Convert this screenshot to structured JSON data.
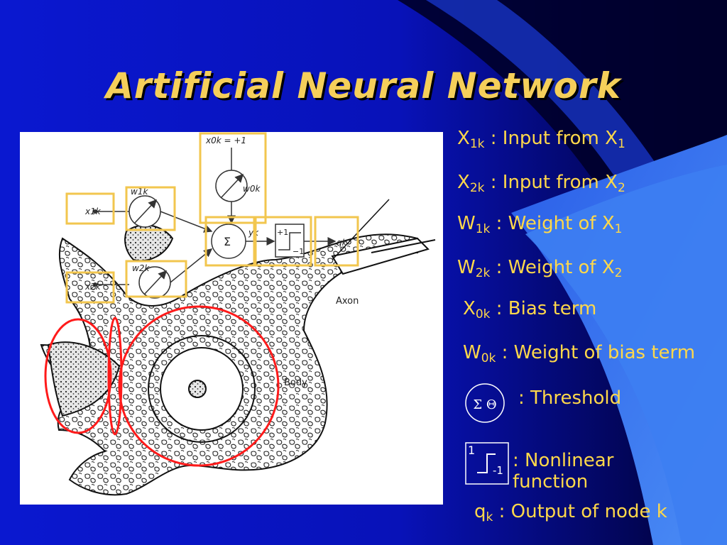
{
  "slide": {
    "title": "Artificial Neural Network",
    "background": "#0a0ac8",
    "accent_light": "#3f7ff0",
    "text_color": "#ffd84a",
    "title_color": "#f5cf5a"
  },
  "definitions": [
    {
      "sym": "X",
      "sub": "1k",
      "text": " : Input from X",
      "tail_sub": "1"
    },
    {
      "sym": "X",
      "sub": "2k",
      "text": " : Input from X",
      "tail_sub": "2"
    },
    {
      "sym": "W",
      "sub": "1k",
      "text": " : Weight of  X",
      "tail_sub": "1"
    },
    {
      "sym": "W",
      "sub": "2k",
      "text": " : Weight of  X",
      "tail_sub": "2"
    },
    {
      "sym": "X",
      "sub": "0k",
      "text": " : Bias term",
      "tail_sub": ""
    },
    {
      "sym": "W",
      "sub": "0k",
      "text": " : Weight of  bias term",
      "tail_sub": ""
    },
    {
      "sym": "",
      "sub": "",
      "text": ": Threshold",
      "tail_sub": "",
      "symbol": "Σ Θ"
    },
    {
      "sym": "",
      "sub": "",
      "text": ": Nonlinear function",
      "tail_sub": "",
      "symbol_top": "1",
      "symbol_bottom": "-1"
    },
    {
      "sym": "q",
      "sub": "k",
      "text": " : Output of node k",
      "tail_sub": ""
    }
  ],
  "figure": {
    "labels": {
      "x0k": "x0k = +1",
      "w0k": "w0k",
      "x1k": "x1k",
      "w1k": "w1k",
      "x2k": "x2k",
      "w2k": "w2k",
      "sigma": "Σ",
      "yk": "yk",
      "plus1": "+1",
      "minus1": "−1",
      "qk": "qk",
      "axon": "Axon",
      "body": "Body"
    },
    "highlight_color": "#f2c64e",
    "circle_color": "#ff1a1a"
  }
}
